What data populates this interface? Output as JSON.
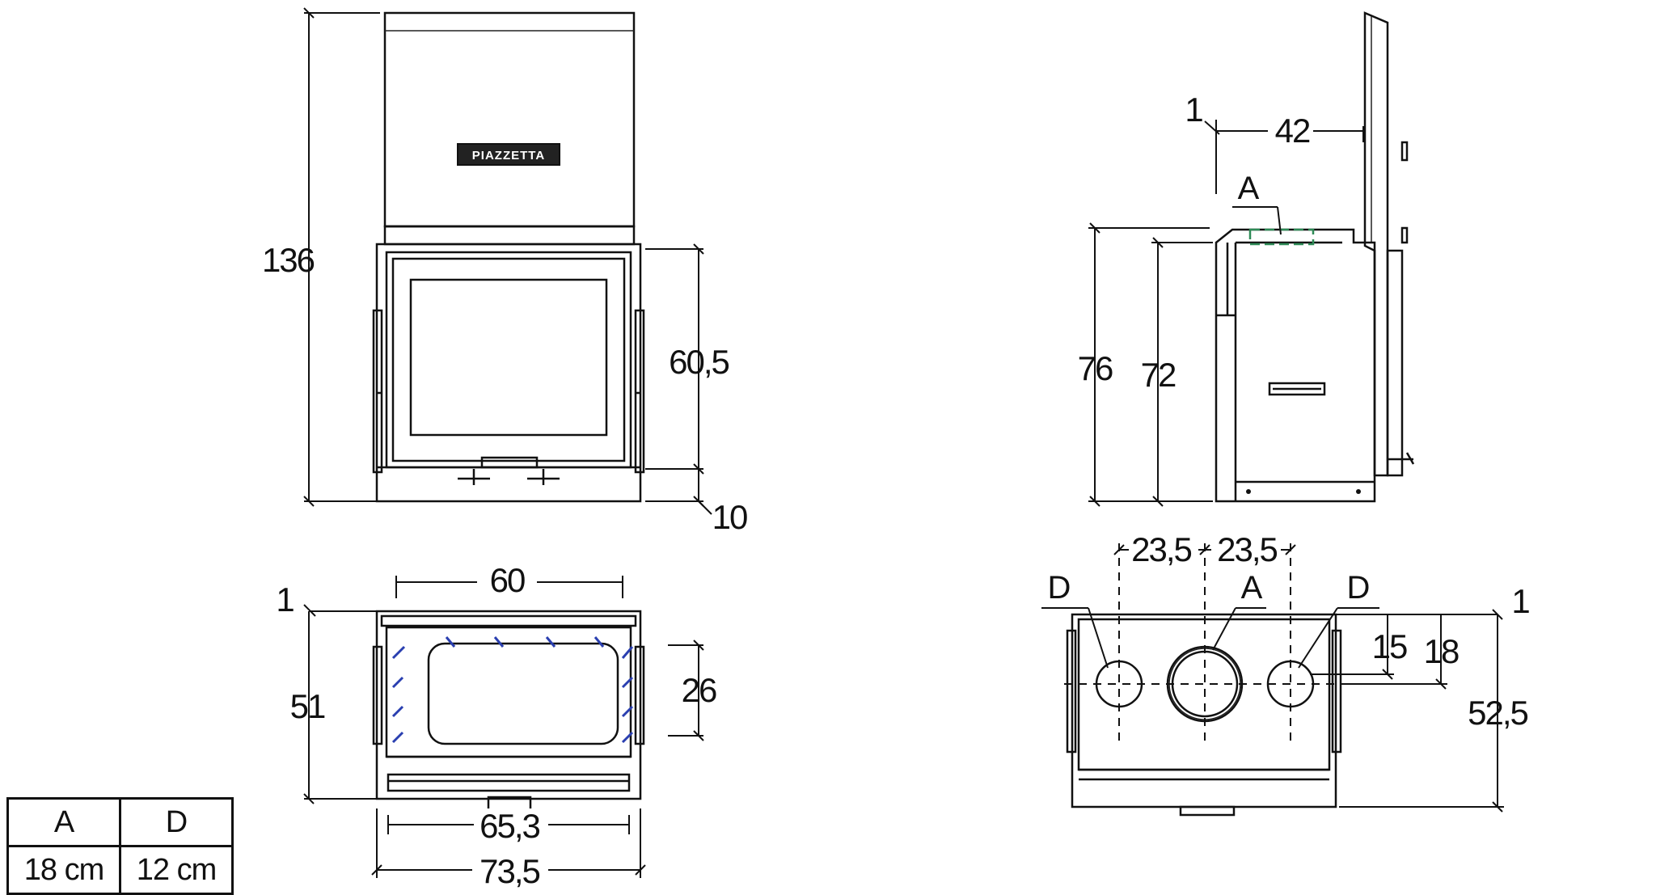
{
  "front_view": {
    "brand_logo": "PIAZZETTA",
    "dimensions": {
      "total_height": "136",
      "glass_height": "60,5",
      "base_height": "10"
    }
  },
  "top_view": {
    "dimensions": {
      "inner_width": "60",
      "width_mid": "65,3",
      "total_width": "73,5",
      "depth": "51",
      "firebox_depth": "26",
      "offset": "1"
    }
  },
  "side_view": {
    "labels": {
      "outlet": "A"
    },
    "dimensions": {
      "top_offset": "1",
      "depth": "42",
      "height_outer": "76",
      "height_inner": "72"
    }
  },
  "outlet_view": {
    "labels": {
      "left_outlet": "D",
      "center_outlet": "A",
      "right_outlet": "D"
    },
    "dimensions": {
      "spacing_left": "23,5",
      "spacing_right": "23,5",
      "offset": "1",
      "outlet_d_offset": "15",
      "outlet_a_offset": "18",
      "depth": "52,5"
    }
  },
  "spec_table": {
    "headers": [
      "A",
      "D"
    ],
    "values": [
      "18 cm",
      "12 cm"
    ]
  }
}
